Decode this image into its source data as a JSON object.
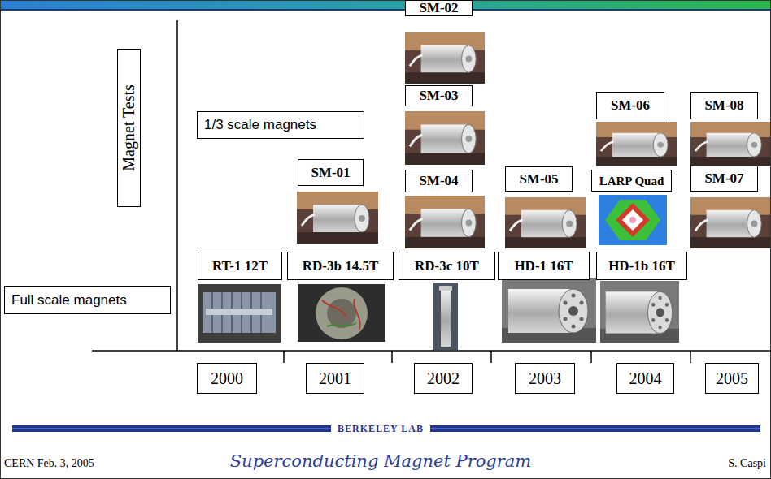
{
  "diagram": {
    "nodes": [
      {
        "text": [
          "SM-02"
        ]
      },
      {
        "text": [
          "SM-06"
        ]
      },
      {
        "text": [
          "SM-08"
        ]
      },
      {
        "text": [
          "SM-03"
        ]
      },
      {
        "text": [
          "1/3 scale magnets"
        ]
      },
      {
        "text": [
          "Magnet Tests"
        ]
      },
      {
        "text": [
          "SM-01"
        ]
      },
      {
        "text": [
          "SM-04"
        ]
      },
      {
        "text": [
          "SM-05"
        ]
      },
      {
        "text": [
          "LARP Quad"
        ]
      },
      {
        "text": [
          "SM-07"
        ]
      },
      {
        "text": [
          "RT-1 12T"
        ]
      },
      {
        "text": [
          "RD-3b 14.5T"
        ]
      },
      {
        "text": [
          "RD-3c 10T"
        ]
      },
      {
        "text": [
          "HD-1 16T"
        ]
      },
      {
        "text": [
          "HD-1b 16T"
        ]
      },
      {
        "text": [
          "Full scale magnets"
        ]
      },
      {
        "text": [
          "2000"
        ]
      },
      {
        "text": [
          "2001"
        ]
      },
      {
        "text": [
          "2002"
        ]
      },
      {
        "text": [
          "2003"
        ]
      },
      {
        "text": [
          "2004"
        ]
      },
      {
        "text": [
          "2005"
        ]
      }
    ],
    "labels": [
      "BERKELEY LAB",
      "CERN Feb. 3, 2005",
      "Superconducting Magnet Program",
      "S. Caspi"
    ]
  }
}
